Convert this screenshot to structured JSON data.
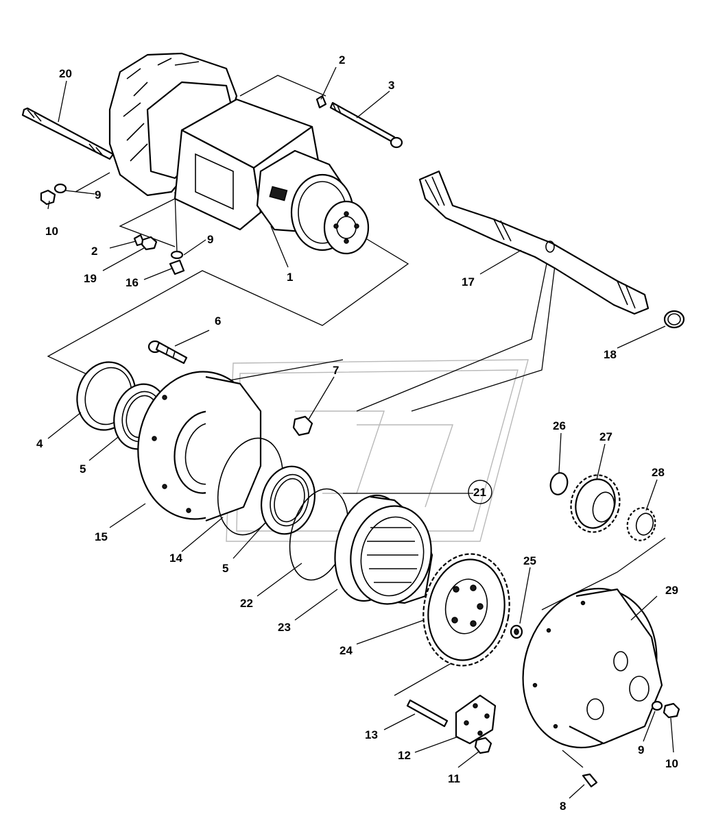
{
  "callouts": [
    {
      "id": "label-1",
      "text": "1"
    },
    {
      "id": "label-2a",
      "text": "2"
    },
    {
      "id": "label-2b",
      "text": "2"
    },
    {
      "id": "label-3",
      "text": "3"
    },
    {
      "id": "label-4",
      "text": "4"
    },
    {
      "id": "label-5a",
      "text": "5"
    },
    {
      "id": "label-5b",
      "text": "5"
    },
    {
      "id": "label-6",
      "text": "6"
    },
    {
      "id": "label-7",
      "text": "7"
    },
    {
      "id": "label-8",
      "text": "8"
    },
    {
      "id": "label-9a",
      "text": "9"
    },
    {
      "id": "label-9b",
      "text": "9"
    },
    {
      "id": "label-9c",
      "text": "9"
    },
    {
      "id": "label-10a",
      "text": "10"
    },
    {
      "id": "label-10b",
      "text": "10"
    },
    {
      "id": "label-11",
      "text": "11"
    },
    {
      "id": "label-12",
      "text": "12"
    },
    {
      "id": "label-13",
      "text": "13"
    },
    {
      "id": "label-14",
      "text": "14"
    },
    {
      "id": "label-15",
      "text": "15"
    },
    {
      "id": "label-16",
      "text": "16"
    },
    {
      "id": "label-17",
      "text": "17"
    },
    {
      "id": "label-18",
      "text": "18"
    },
    {
      "id": "label-19",
      "text": "19"
    },
    {
      "id": "label-20",
      "text": "20"
    },
    {
      "id": "label-21",
      "text": "21"
    },
    {
      "id": "label-22",
      "text": "22"
    },
    {
      "id": "label-23",
      "text": "23"
    },
    {
      "id": "label-24",
      "text": "24"
    },
    {
      "id": "label-25",
      "text": "25"
    },
    {
      "id": "label-26",
      "text": "26"
    },
    {
      "id": "label-27",
      "text": "27"
    },
    {
      "id": "label-28",
      "text": "28"
    },
    {
      "id": "label-29",
      "text": "29"
    }
  ]
}
